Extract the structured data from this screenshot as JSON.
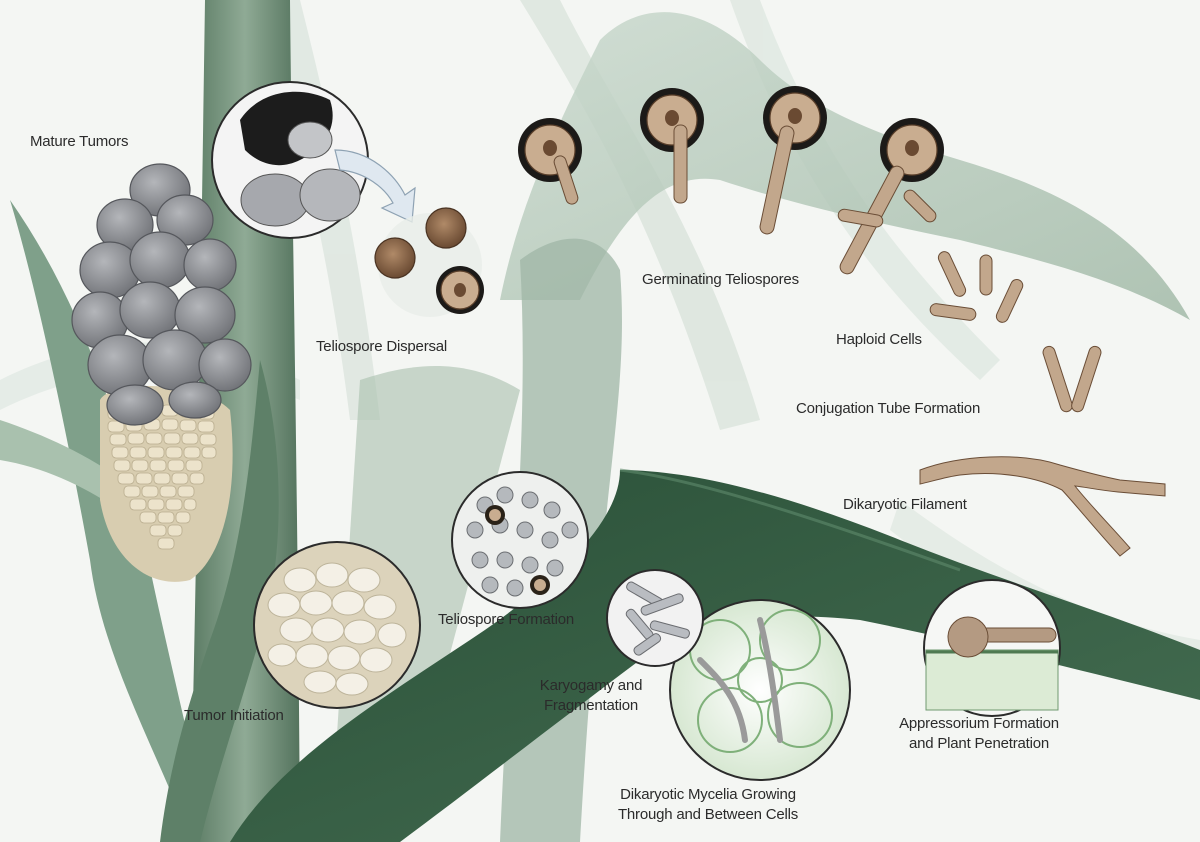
{
  "diagram": {
    "labels": {
      "mature_tumors": "Mature Tumors",
      "teliospore_dispersal": "Teliospore  Dispersal",
      "germinating_teliospores": "Germinating Teliospores",
      "haploid_cells": "Haploid Cells",
      "conjugation_tube_formation": "Conjugation Tube Formation",
      "dikaryotic_filament": "Dikaryotic Filament",
      "appressorium_line1": "Appressorium Formation",
      "appressorium_line2": "and Plant Penetration",
      "mycelia_line1": "Dikaryotic Mycelia Growing",
      "mycelia_line2": "Through and Between Cells",
      "karyogamy_line1": "Karyogamy and",
      "karyogamy_line2": "Fragmentation",
      "teliospore_formation": "Teliospore Formation",
      "tumor_initiation": "Tumor Initiation"
    },
    "colors": {
      "background": "#f4f6f3",
      "stalk": "#6f8f78",
      "dark_leaf": "#2f5a3f",
      "light_leaf": "#b9cbbf",
      "tumor_gray": "#8f9196",
      "kernel": "#e9e0c8",
      "spore_brown": "#8a6a4e",
      "hypha_tan": "#b49a82"
    }
  }
}
